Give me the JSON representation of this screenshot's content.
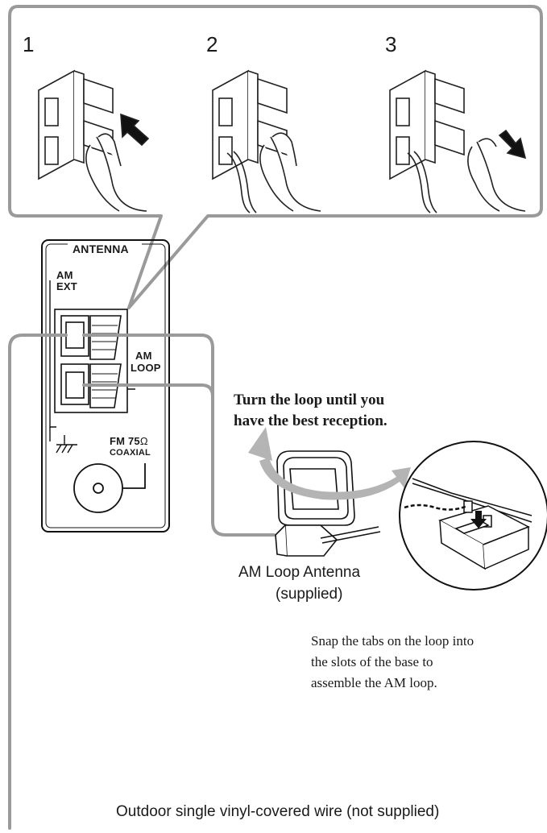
{
  "steps": [
    "1",
    "2",
    "3"
  ],
  "panel": {
    "antenna_label": "ANTENNA",
    "am_ext_label": [
      "AM",
      "EXT"
    ],
    "am_loop_label": [
      "AM",
      "LOOP"
    ],
    "fm_label": "FM 75",
    "fm_ohm_symbol": "Ω",
    "coaxial_label": "COAXIAL"
  },
  "notes": {
    "turn_loop": [
      "Turn the loop until you",
      "have the best reception."
    ],
    "am_loop_antenna": [
      "AM Loop Antenna",
      "(supplied)"
    ],
    "snap_tabs": [
      "Snap the tabs on the loop into",
      "the slots of the base to",
      "assemble the AM loop."
    ],
    "outdoor_wire": "Outdoor single vinyl-covered wire (not supplied)"
  }
}
